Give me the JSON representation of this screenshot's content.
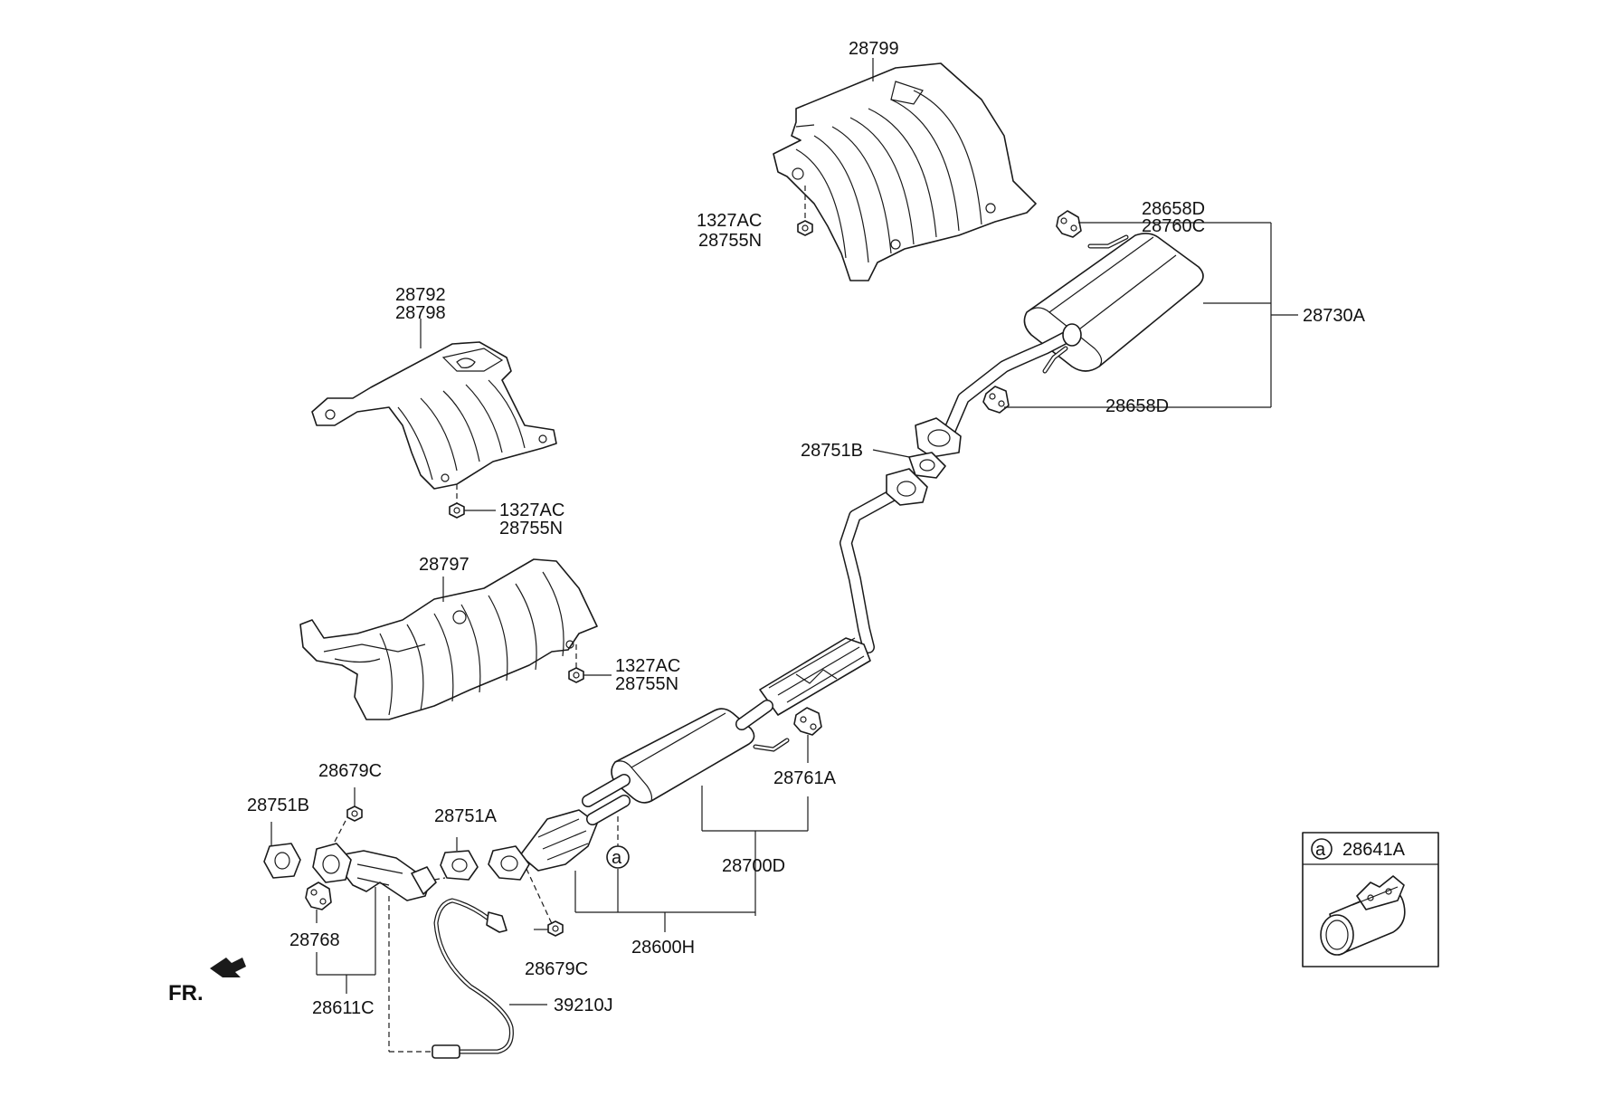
{
  "parts": {
    "p28799": "28799",
    "p1327ac_top": "1327AC",
    "p28755n_top": "28755N",
    "p28658d_top": "28658D",
    "p28760c": "28760C",
    "p28730a": "28730A",
    "p28658d_bot": "28658D",
    "p28751b_top": "28751B",
    "p28792": "28792",
    "p28798": "28798",
    "p1327ac_mid": "1327AC",
    "p28755n_mid": "28755N",
    "p28797": "28797",
    "p1327ac_low": "1327AC",
    "p28755n_low": "28755N",
    "p28761a": "28761A",
    "p28679c_top": "28679C",
    "p28751b_low": "28751B",
    "p28751a": "28751A",
    "p28700d": "28700D",
    "p28768": "28768",
    "p28600h": "28600H",
    "p28679c_low": "28679C",
    "p28611c": "28611C",
    "p39210j": "39210J"
  },
  "ref_marker": "a",
  "inset": {
    "marker": "a",
    "part": "28641A"
  },
  "direction_label": "FR."
}
